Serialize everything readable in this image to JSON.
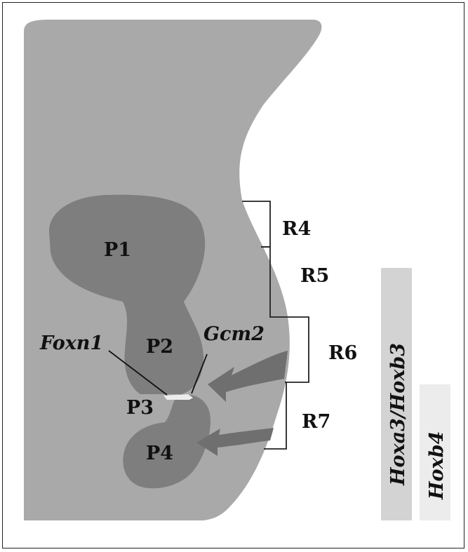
{
  "pouches": {
    "p1": "P1",
    "p2": "P2",
    "p3": "P3",
    "p4": "P4"
  },
  "genes": {
    "foxn1": "Foxn1",
    "gcm2": "Gcm2"
  },
  "rhombomeres": {
    "r4": "R4",
    "r5": "R5",
    "r6": "R6",
    "r7": "R7"
  },
  "hox_bars": {
    "hoxa3_hoxb3": "Hoxa3/Hoxb3",
    "hoxb4": "Hoxb4"
  },
  "colors": {
    "embryo": "#a9a9a9",
    "pouch": "#7e7e7e",
    "arrow": "#6f6f6f",
    "bar_a3b3": "#d3d3d3",
    "bar_b4": "#ececec",
    "bracket": "#222222"
  }
}
